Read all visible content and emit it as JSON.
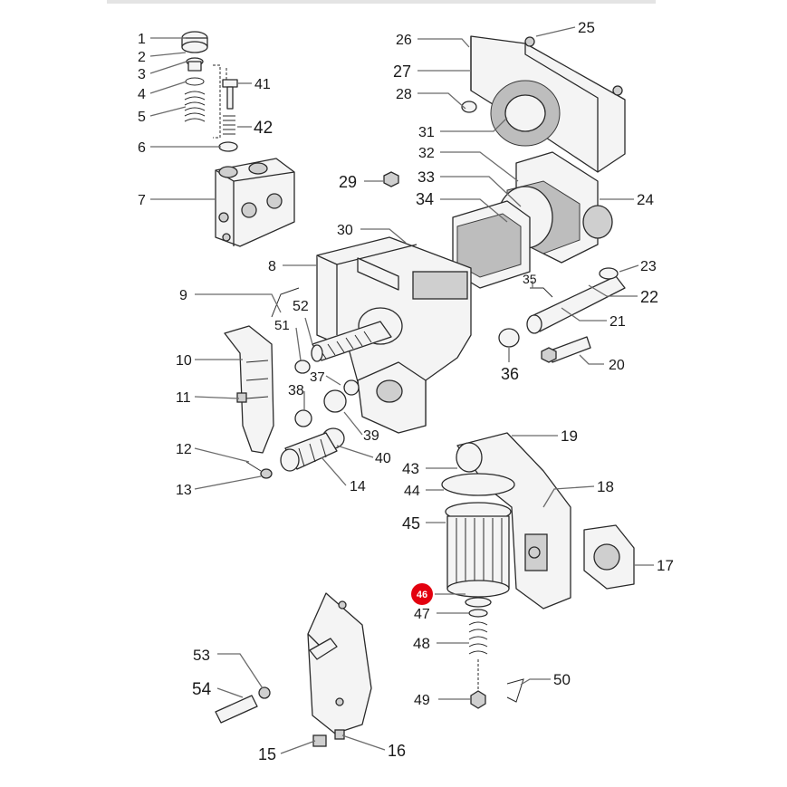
{
  "diagram": {
    "highlight_color": "#e3000f",
    "callouts": [
      {
        "id": "c1",
        "text": "1"
      },
      {
        "id": "c2",
        "text": "2"
      },
      {
        "id": "c3",
        "text": "3"
      },
      {
        "id": "c4",
        "text": "4"
      },
      {
        "id": "c5",
        "text": "5"
      },
      {
        "id": "c6",
        "text": "6"
      },
      {
        "id": "c7",
        "text": "7"
      },
      {
        "id": "c8",
        "text": "8"
      },
      {
        "id": "c9",
        "text": "9"
      },
      {
        "id": "c10",
        "text": "10"
      },
      {
        "id": "c11",
        "text": "11"
      },
      {
        "id": "c12",
        "text": "12"
      },
      {
        "id": "c13",
        "text": "13"
      },
      {
        "id": "c14",
        "text": "14"
      },
      {
        "id": "c15",
        "text": "15"
      },
      {
        "id": "c16",
        "text": "16"
      },
      {
        "id": "c17",
        "text": "17"
      },
      {
        "id": "c18",
        "text": "18"
      },
      {
        "id": "c19",
        "text": "19"
      },
      {
        "id": "c20",
        "text": "20"
      },
      {
        "id": "c21",
        "text": "21"
      },
      {
        "id": "c22",
        "text": "22"
      },
      {
        "id": "c23",
        "text": "23"
      },
      {
        "id": "c24",
        "text": "24"
      },
      {
        "id": "c25",
        "text": "25"
      },
      {
        "id": "c26",
        "text": "26"
      },
      {
        "id": "c27",
        "text": "27"
      },
      {
        "id": "c28",
        "text": "28"
      },
      {
        "id": "c29",
        "text": "29"
      },
      {
        "id": "c30",
        "text": "30"
      },
      {
        "id": "c31",
        "text": "31"
      },
      {
        "id": "c32",
        "text": "32"
      },
      {
        "id": "c33",
        "text": "33"
      },
      {
        "id": "c34",
        "text": "34"
      },
      {
        "id": "c35",
        "text": "35"
      },
      {
        "id": "c36",
        "text": "36"
      },
      {
        "id": "c37",
        "text": "37"
      },
      {
        "id": "c38",
        "text": "38"
      },
      {
        "id": "c39",
        "text": "39"
      },
      {
        "id": "c40",
        "text": "40"
      },
      {
        "id": "c41",
        "text": "41"
      },
      {
        "id": "c42",
        "text": "42"
      },
      {
        "id": "c43",
        "text": "43"
      },
      {
        "id": "c44",
        "text": "44"
      },
      {
        "id": "c45",
        "text": "45"
      },
      {
        "id": "c46",
        "text": "46"
      },
      {
        "id": "c47",
        "text": "47"
      },
      {
        "id": "c48",
        "text": "48"
      },
      {
        "id": "c49",
        "text": "49"
      },
      {
        "id": "c50",
        "text": "50"
      },
      {
        "id": "c51",
        "text": "51"
      },
      {
        "id": "c52",
        "text": "52"
      },
      {
        "id": "c53",
        "text": "53"
      },
      {
        "id": "c54",
        "text": "54"
      }
    ]
  }
}
